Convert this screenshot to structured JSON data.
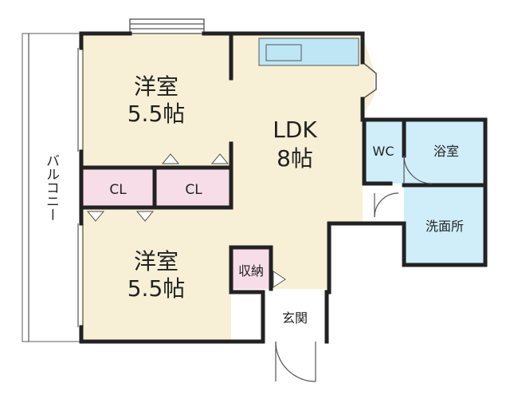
{
  "rooms": {
    "western_room_1": {
      "name": "洋室",
      "size": "5.5帖"
    },
    "western_room_2": {
      "name": "洋室",
      "size": "5.5帖"
    },
    "ldk": {
      "name": "LDK",
      "size": "8帖"
    },
    "closet_1": "CL",
    "closet_2": "CL",
    "wc": "WC",
    "bathroom": "浴室",
    "washroom": "洗面所",
    "storage": "収納",
    "entrance": "玄関",
    "balcony": "バルコニー"
  },
  "colors": {
    "western_room": "#f8f0d6",
    "ldk": "#f8f0d6",
    "closet": "#f6dde8",
    "wet_area": "#cfeefa",
    "entrance": "#ffffff",
    "wall": "#222222",
    "kitchen_counter": "#bfe6f5"
  }
}
